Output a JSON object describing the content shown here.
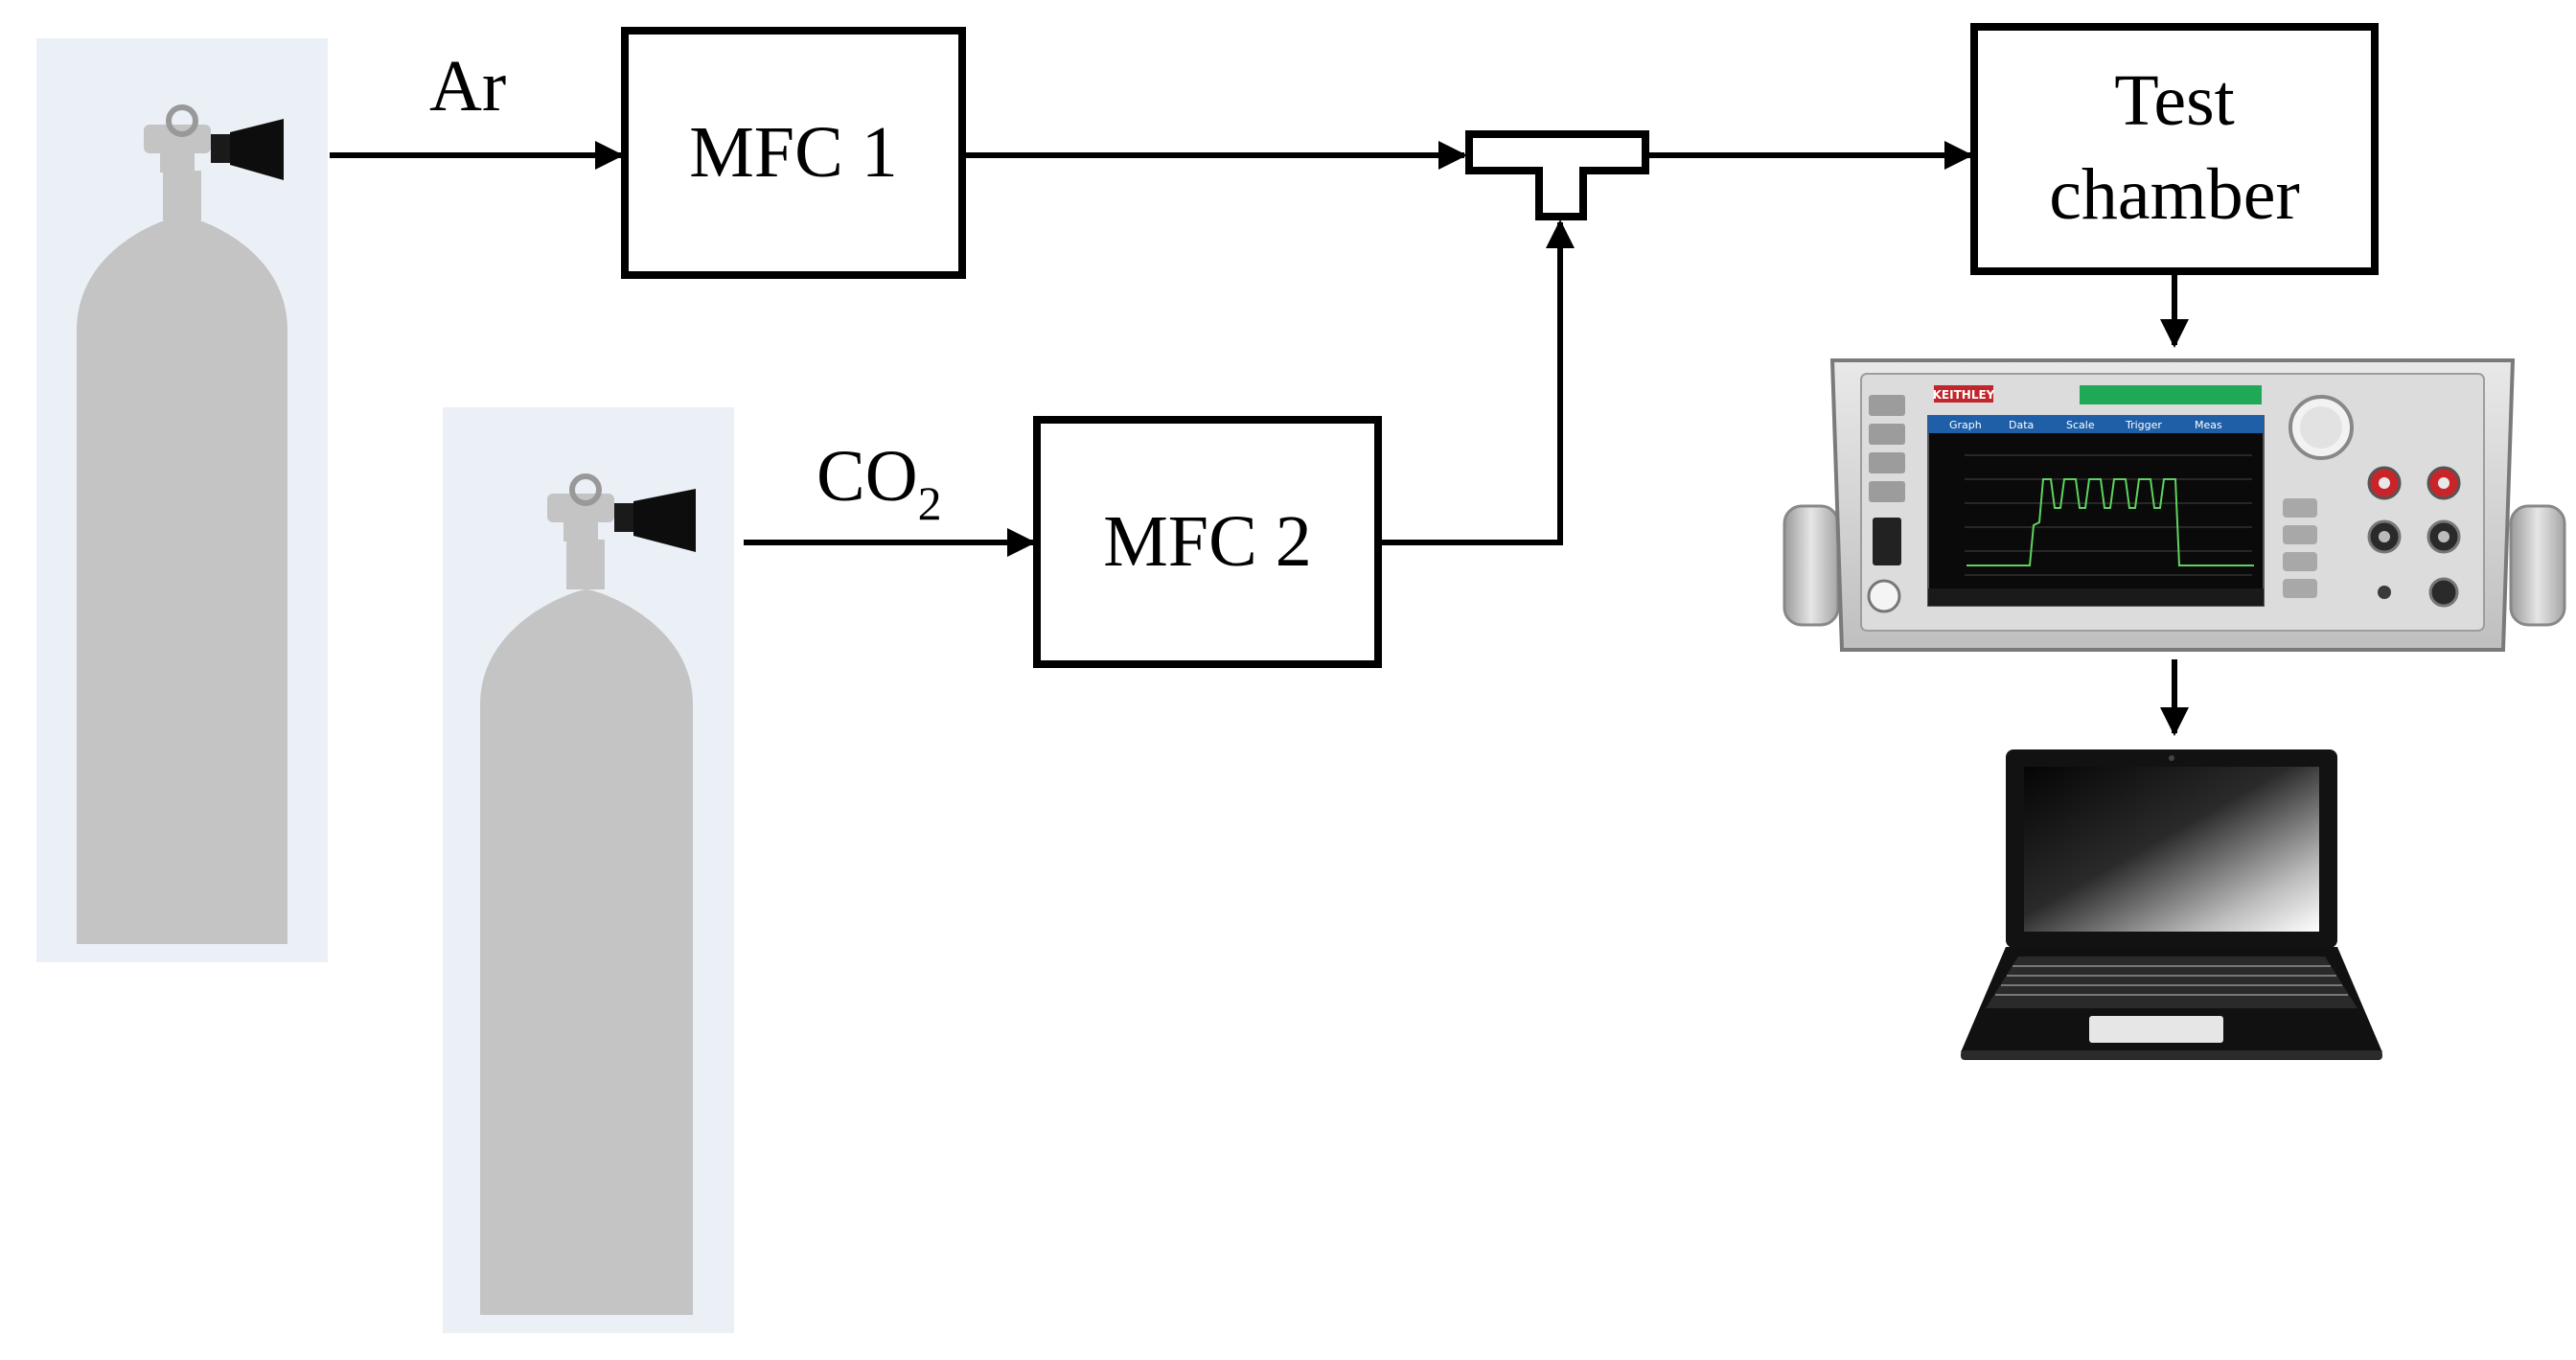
{
  "gases": {
    "gas1": {
      "label": "Ar"
    },
    "gas2": {
      "label": "CO",
      "subscript": "2"
    }
  },
  "boxes": {
    "mfc1": "MFC 1",
    "mfc2": "MFC 2",
    "chamber_line1": "Test",
    "chamber_line2": "chamber"
  },
  "instrument": {
    "brand": "KEITHLEY",
    "tabs": [
      "Graph",
      "Data",
      "Scale",
      "Trigger",
      "Meas"
    ]
  },
  "colors": {
    "cylinder_bg": "#eaf0f6",
    "cylinder": "#c4c4c4",
    "instrument_green": "#1fa855",
    "brand_red": "#c0262c",
    "terminal_red": "#c8242a",
    "trace": "#5fd35f"
  },
  "icons": [
    "gas-cylinder-icon",
    "instrument-icon",
    "laptop-icon",
    "tee-junction-icon"
  ]
}
